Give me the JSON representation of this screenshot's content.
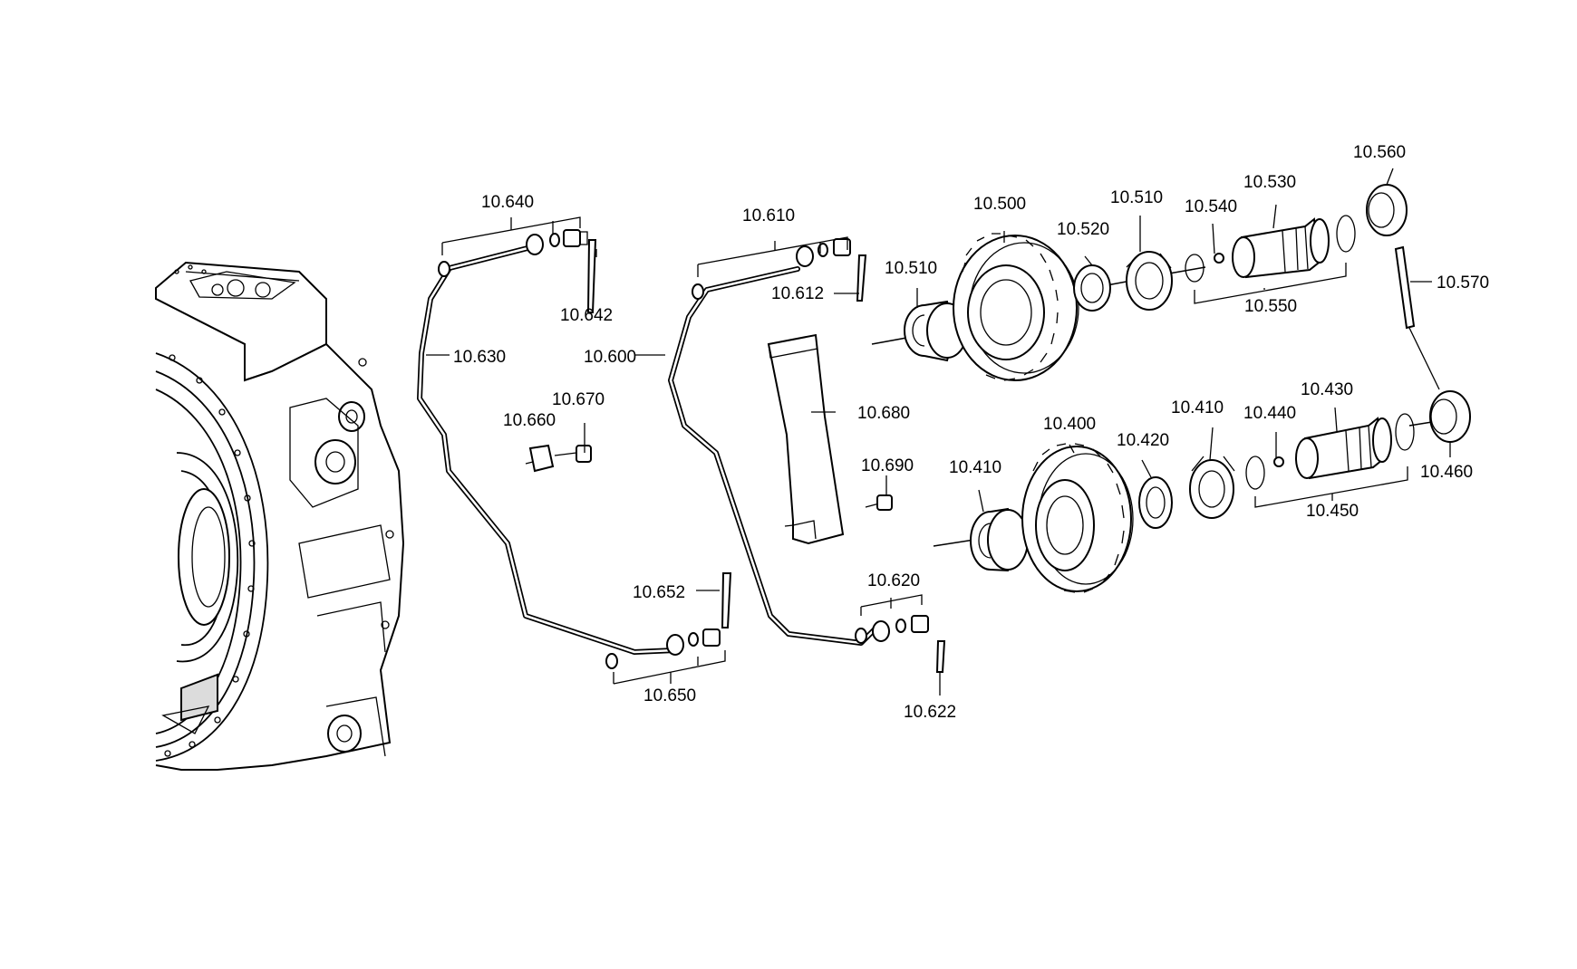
{
  "callouts": {
    "c10640": "10.640",
    "c10642": "10.642",
    "c10630": "10.630",
    "c10610": "10.610",
    "c10612": "10.612",
    "c10600": "10.600",
    "c10670": "10.670",
    "c10660": "10.660",
    "c10680": "10.680",
    "c10690": "10.690",
    "c10652": "10.652",
    "c10650": "10.650",
    "c10620": "10.620",
    "c10622": "10.622",
    "c10510a": "10.510",
    "c10500": "10.500",
    "c10520": "10.520",
    "c10510b": "10.510",
    "c10540": "10.540",
    "c10530": "10.530",
    "c10560": "10.560",
    "c10570": "10.570",
    "c10550": "10.550",
    "c10410a": "10.410",
    "c10400": "10.400",
    "c10420": "10.420",
    "c10410b": "10.410",
    "c10440": "10.440",
    "c10430": "10.430",
    "c10460": "10.460",
    "c10450": "10.450"
  }
}
